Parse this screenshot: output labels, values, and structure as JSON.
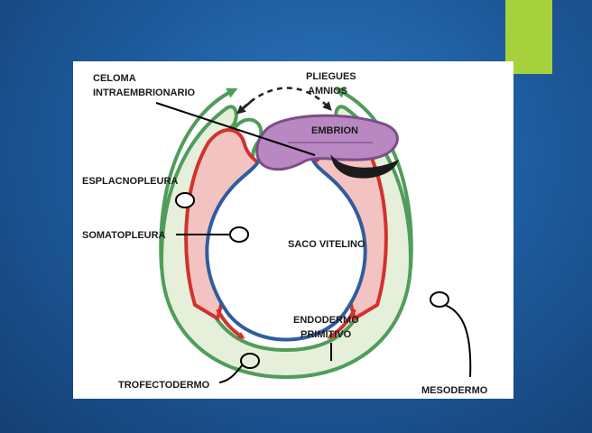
{
  "slide": {
    "accent_color": "#a7d13c",
    "background_color": "#1e5c9f"
  },
  "diagram": {
    "labels": {
      "celoma_line1": "CELOMA",
      "celoma_line2": "INTRAEMBRIONARIO",
      "pliegues_line1": "PLIEGUES",
      "pliegues_line2": "AMNIOS",
      "embrion": "EMBRION",
      "esplacnopleura": "ESPLACNOPLEURA",
      "somatopleura": "SOMATOPLEURA",
      "saco_vitelino": "SACO VITELINO",
      "endodermo_line1": "ENDODERMO",
      "endodermo_line2": "PRIMITIVO",
      "trofectodermo": "TROFECTODERMO",
      "mesodermo": "MESODERMO"
    },
    "colors": {
      "trofectodermo_green": "#4f9d5a",
      "mesodermo_fill": "#f3c3c1",
      "mesodermo_red": "#d1322f",
      "endodermo_blue": "#2f5d9e",
      "embrion_purple": "#b988c2",
      "outer_fill": "#e6efd9"
    }
  }
}
